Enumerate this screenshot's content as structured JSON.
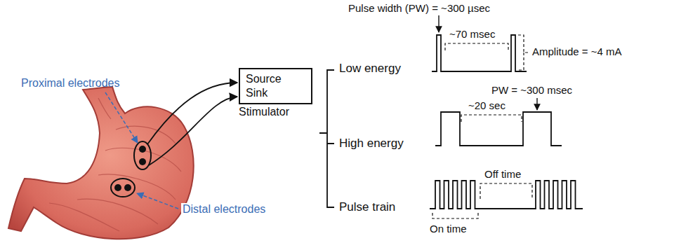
{
  "diagram": {
    "nodes": [
      {
        "text": [
          "Source",
          "Sink",
          "Stimulator"
        ]
      }
    ],
    "labels": [
      "Proximal electrodes",
      "Distal electrodes",
      "Pulse width (PW) = ~300 µsec",
      "~70 msec",
      "Amplitude = ~4 mA",
      "Low energy",
      "PW = ~300 msec",
      "~20 sec",
      "High energy",
      "Pulse train",
      "Off time",
      "On time"
    ]
  }
}
